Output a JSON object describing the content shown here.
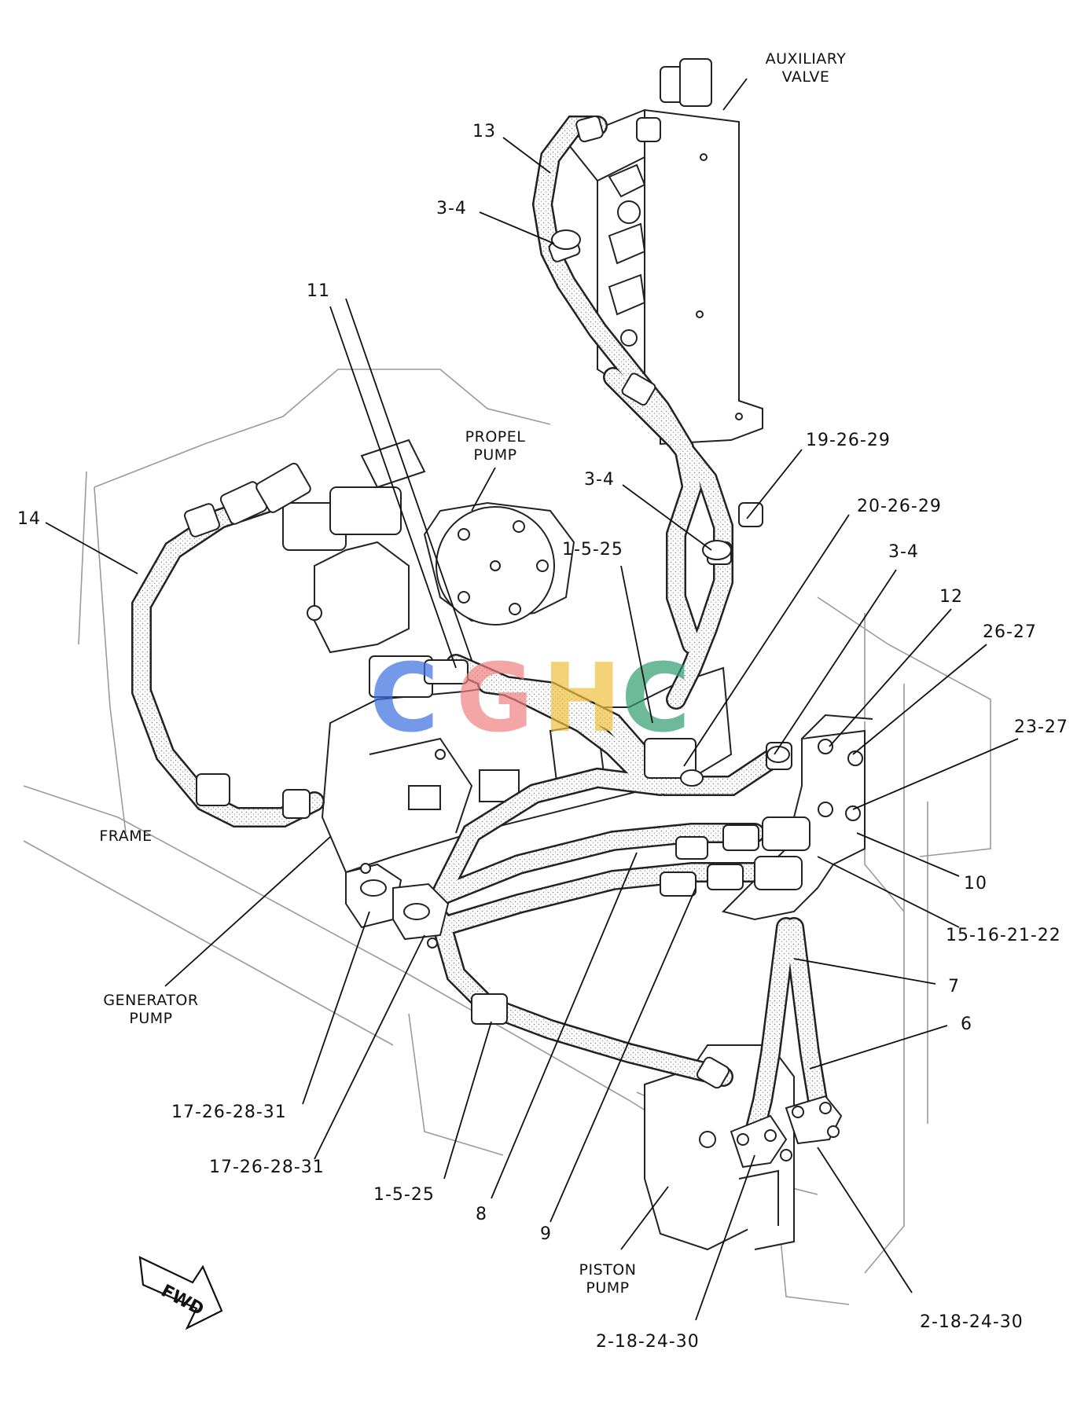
{
  "diagram": {
    "component_captions": {
      "auxiliary_valve": [
        "AUXILIARY",
        "VALVE"
      ],
      "propel_pump": [
        "PROPEL",
        "PUMP"
      ],
      "generator_pump": [
        "GENERATOR",
        "PUMP"
      ],
      "piston_pump": [
        "PISTON",
        "PUMP"
      ],
      "frame": "FRAME"
    },
    "callouts": {
      "c13": "13",
      "c3_4_top": "3-4",
      "c11": "11",
      "c14": "14",
      "c19_26_29": "19-26-29",
      "c3_4_mid": "3-4",
      "c20_26_29": "20-26-29",
      "c1_5_25_top": "1-5-25",
      "c3_4_right": "3-4",
      "c12": "12",
      "c26_27": "26-27",
      "c23_27": "23-27",
      "c10": "10",
      "c15_16_21_22": "15-16-21-22",
      "c7": "7",
      "c6": "6",
      "c17_26_28_31_a": "17-26-28-31",
      "c17_26_28_31_b": "17-26-28-31",
      "c1_5_25_bottom": "1-5-25",
      "c8": "8",
      "c9": "9",
      "c2_18_24_30_right": "2-18-24-30",
      "c2_18_24_30_bottom": "2-18-24-30"
    },
    "direction_arrow": "FWD",
    "watermark_logo": "CGHC"
  }
}
